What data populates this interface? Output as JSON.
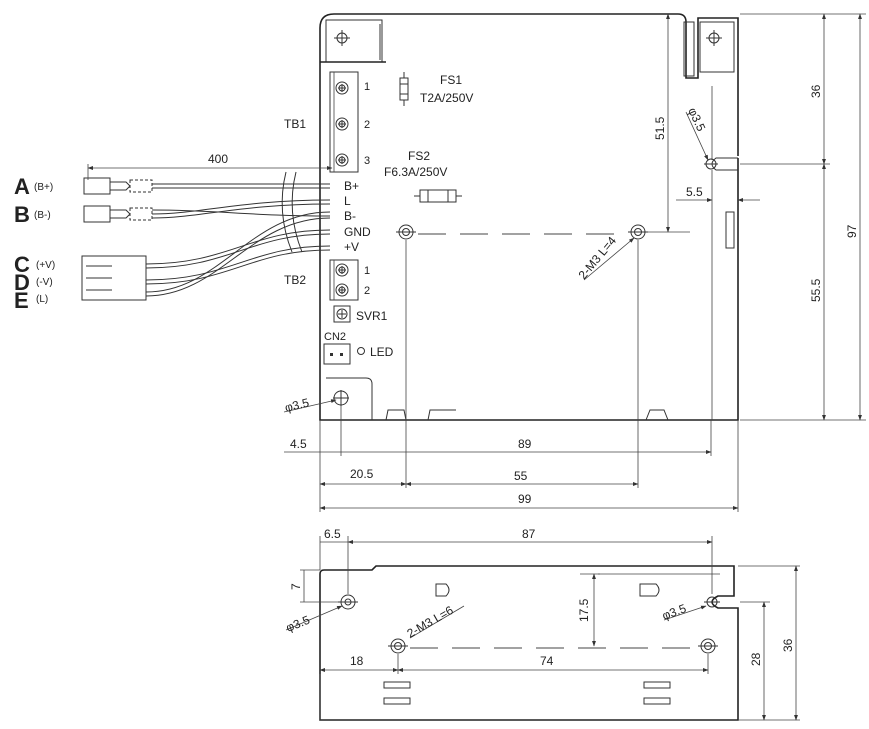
{
  "top_view": {
    "fuses": {
      "fs1_name": "FS1",
      "fs1_rating": "T2A/250V",
      "fs2_name": "FS2",
      "fs2_rating": "F6.3A/250V"
    },
    "terminal_blocks": {
      "tb1": "TB1",
      "tb1_pins": [
        "1",
        "2",
        "3"
      ],
      "tb2": "TB2",
      "tb2_pins": [
        "1",
        "2"
      ]
    },
    "wire_labels": [
      "B+",
      "L",
      "B-",
      "GND",
      "+V"
    ],
    "components": {
      "svr": "SVR1",
      "cn": "CN2",
      "led": "LED"
    },
    "connectors": [
      {
        "letter": "A",
        "signal": "(B+)"
      },
      {
        "letter": "B",
        "signal": "(B-)"
      },
      {
        "letter": "C",
        "signal": "(+V)"
      },
      {
        "letter": "D",
        "signal": "(-V)"
      },
      {
        "letter": "E",
        "signal": "(L)"
      }
    ],
    "dimensions": {
      "wire_length": "400",
      "d_51_5": "51.5",
      "d_36": "36",
      "d_97": "97",
      "d_55_5": "55.5",
      "d_5_5": "5.5",
      "hole_top": "φ3.5",
      "hole_bottom": "φ3.5",
      "screw": "2-M3 L=4",
      "d_4_5": "4.5",
      "d_89": "89",
      "d_20_5": "20.5",
      "d_55": "55",
      "d_99": "99"
    }
  },
  "side_view": {
    "dimensions": {
      "d_6_5": "6.5",
      "d_87": "87",
      "d_7": "7",
      "hole_left": "φ3.5",
      "hole_right": "φ3.5",
      "screw": "2-M3 L=6",
      "d_17_5": "17.5",
      "d_18": "18",
      "d_74": "74",
      "d_28": "28",
      "d_36": "36"
    }
  }
}
